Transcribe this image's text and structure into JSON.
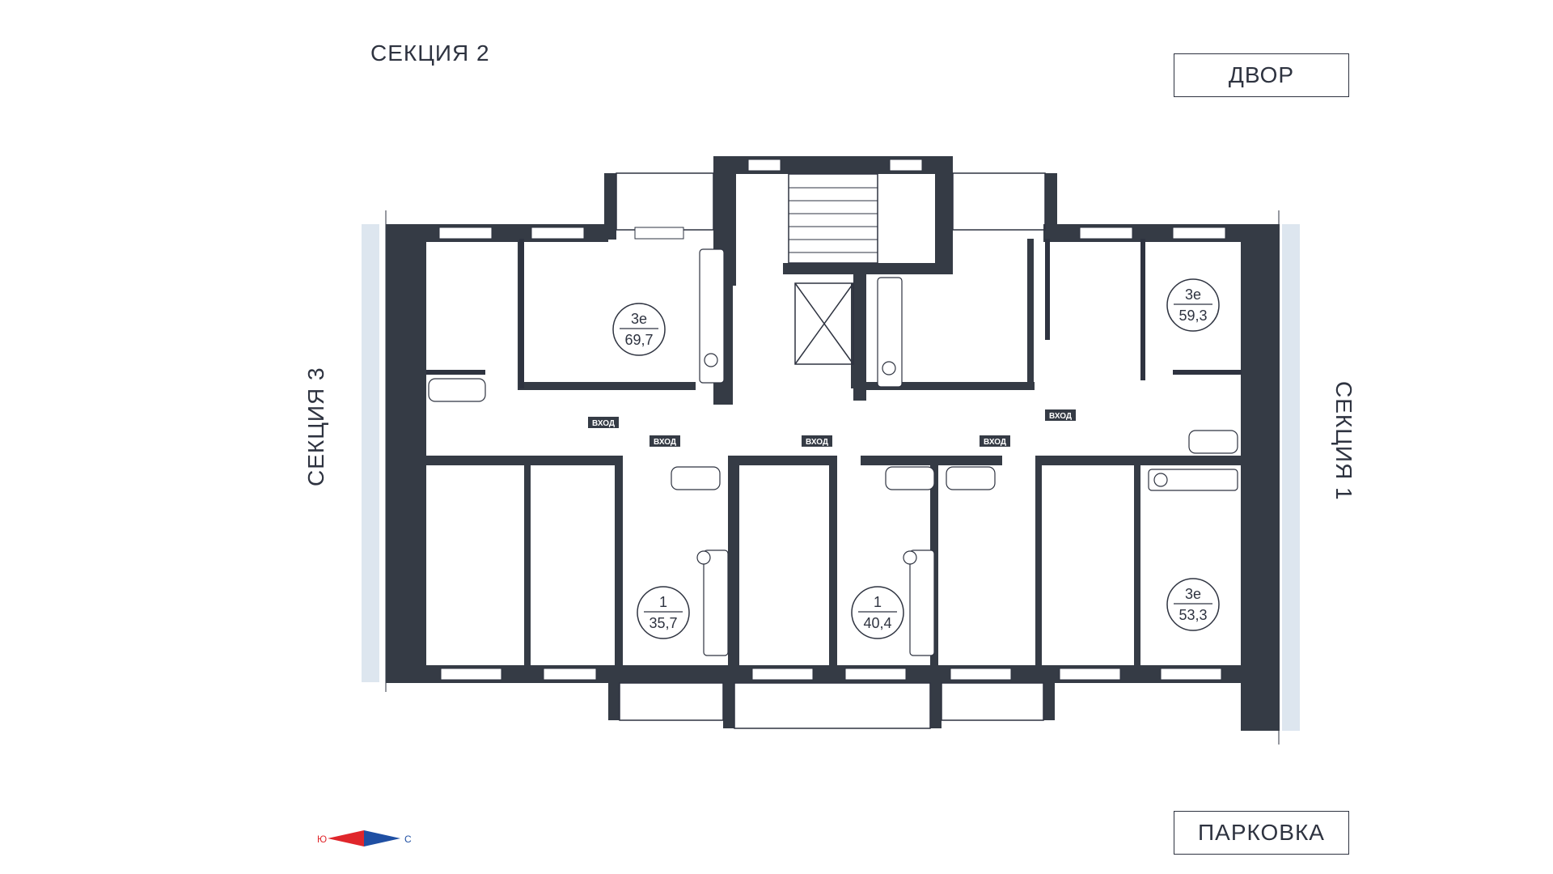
{
  "sections": {
    "top": "СЕКЦИЯ 2",
    "left": "СЕКЦИЯ 3",
    "right": "СЕКЦИЯ 1"
  },
  "orientation": {
    "top_box": "ДВОР",
    "bottom_box": "ПАРКОВКА"
  },
  "apartments": [
    {
      "rooms": "3е",
      "area": "69,7"
    },
    {
      "rooms": "3е",
      "area": "59,3"
    },
    {
      "rooms": "1",
      "area": "35,7"
    },
    {
      "rooms": "1",
      "area": "40,4"
    },
    {
      "rooms": "3е",
      "area": "53,3"
    }
  ],
  "entrance_label": "ВХОД",
  "compass": {
    "left": "Ю",
    "right": "С",
    "left_color": "#e0262b",
    "right_color": "#1f4fa3"
  },
  "colors": {
    "wall": "#353b45",
    "facade": "#dde6ef",
    "line": "#2e3340"
  }
}
